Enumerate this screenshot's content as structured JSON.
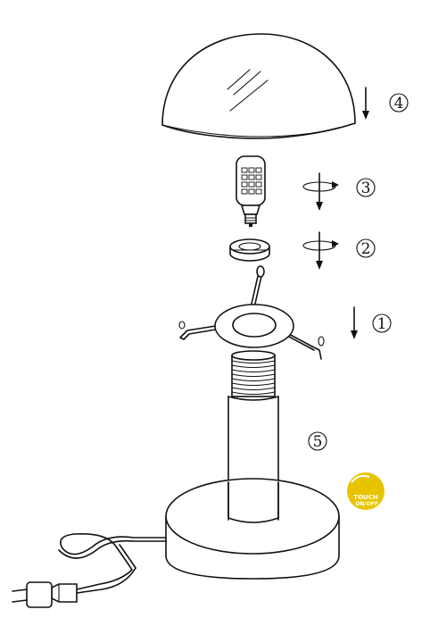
{
  "steps": [
    {
      "id": "step-4",
      "label": "4"
    },
    {
      "id": "step-3",
      "label": "3"
    },
    {
      "id": "step-2",
      "label": "2"
    },
    {
      "id": "step-1",
      "label": "1"
    },
    {
      "id": "step-5",
      "label": "5"
    }
  ],
  "badge": {
    "line1": "TOUCH",
    "line2": "ON/OFF",
    "color": "#e8c400"
  }
}
